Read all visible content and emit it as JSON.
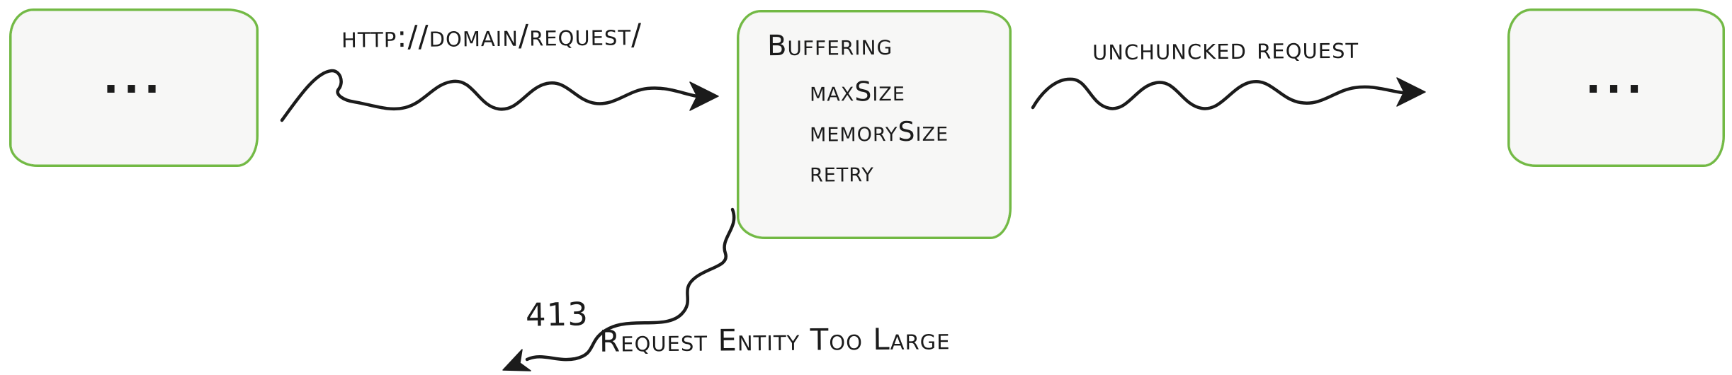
{
  "colors": {
    "box_border": "#72b944",
    "box_fill": "#f7f7f6",
    "ink": "#1b1b1b"
  },
  "nodes": {
    "left": {
      "label": "..."
    },
    "buffering": {
      "title": "Buffering",
      "params": [
        "maxSize",
        "memorySize",
        "retry"
      ]
    },
    "right": {
      "label": "..."
    }
  },
  "edges": {
    "request": {
      "label": "http://domain/request/"
    },
    "unchunked": {
      "label": "unchuncked request"
    },
    "error": {
      "code": "413",
      "label": "Request Entity Too Large"
    }
  }
}
